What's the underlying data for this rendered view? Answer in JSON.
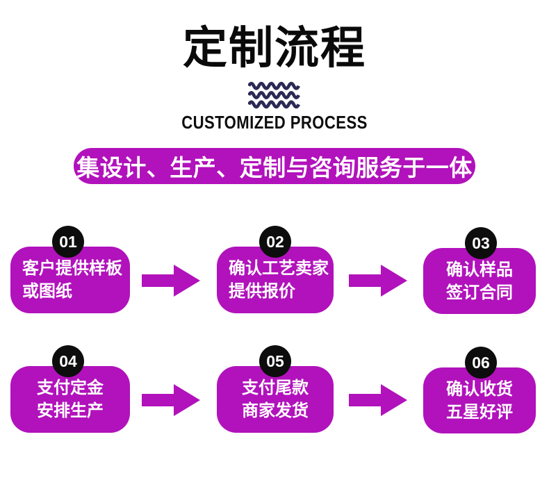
{
  "colors": {
    "magenta": "#b112bb",
    "black": "#0d0d0d",
    "navy": "#2b2a55",
    "white": "#ffffff"
  },
  "header": {
    "title": "定制流程",
    "subtitle": "CUSTOMIZED PROCESS",
    "banner": "集设计、生产、定制与咨询服务于一体"
  },
  "steps": [
    {
      "number": "01",
      "line1": "客户提供样板",
      "line2": "或图纸"
    },
    {
      "number": "02",
      "line1": "确认工艺卖家",
      "line2": "提供报价"
    },
    {
      "number": "03",
      "line1": "确认样品",
      "line2": "签订合同"
    },
    {
      "number": "04",
      "line1": "支付定金",
      "line2": "安排生产"
    },
    {
      "number": "05",
      "line1": "支付尾款",
      "line2": "商家发货"
    },
    {
      "number": "06",
      "line1": "确认收货",
      "line2": "五星好评"
    }
  ]
}
